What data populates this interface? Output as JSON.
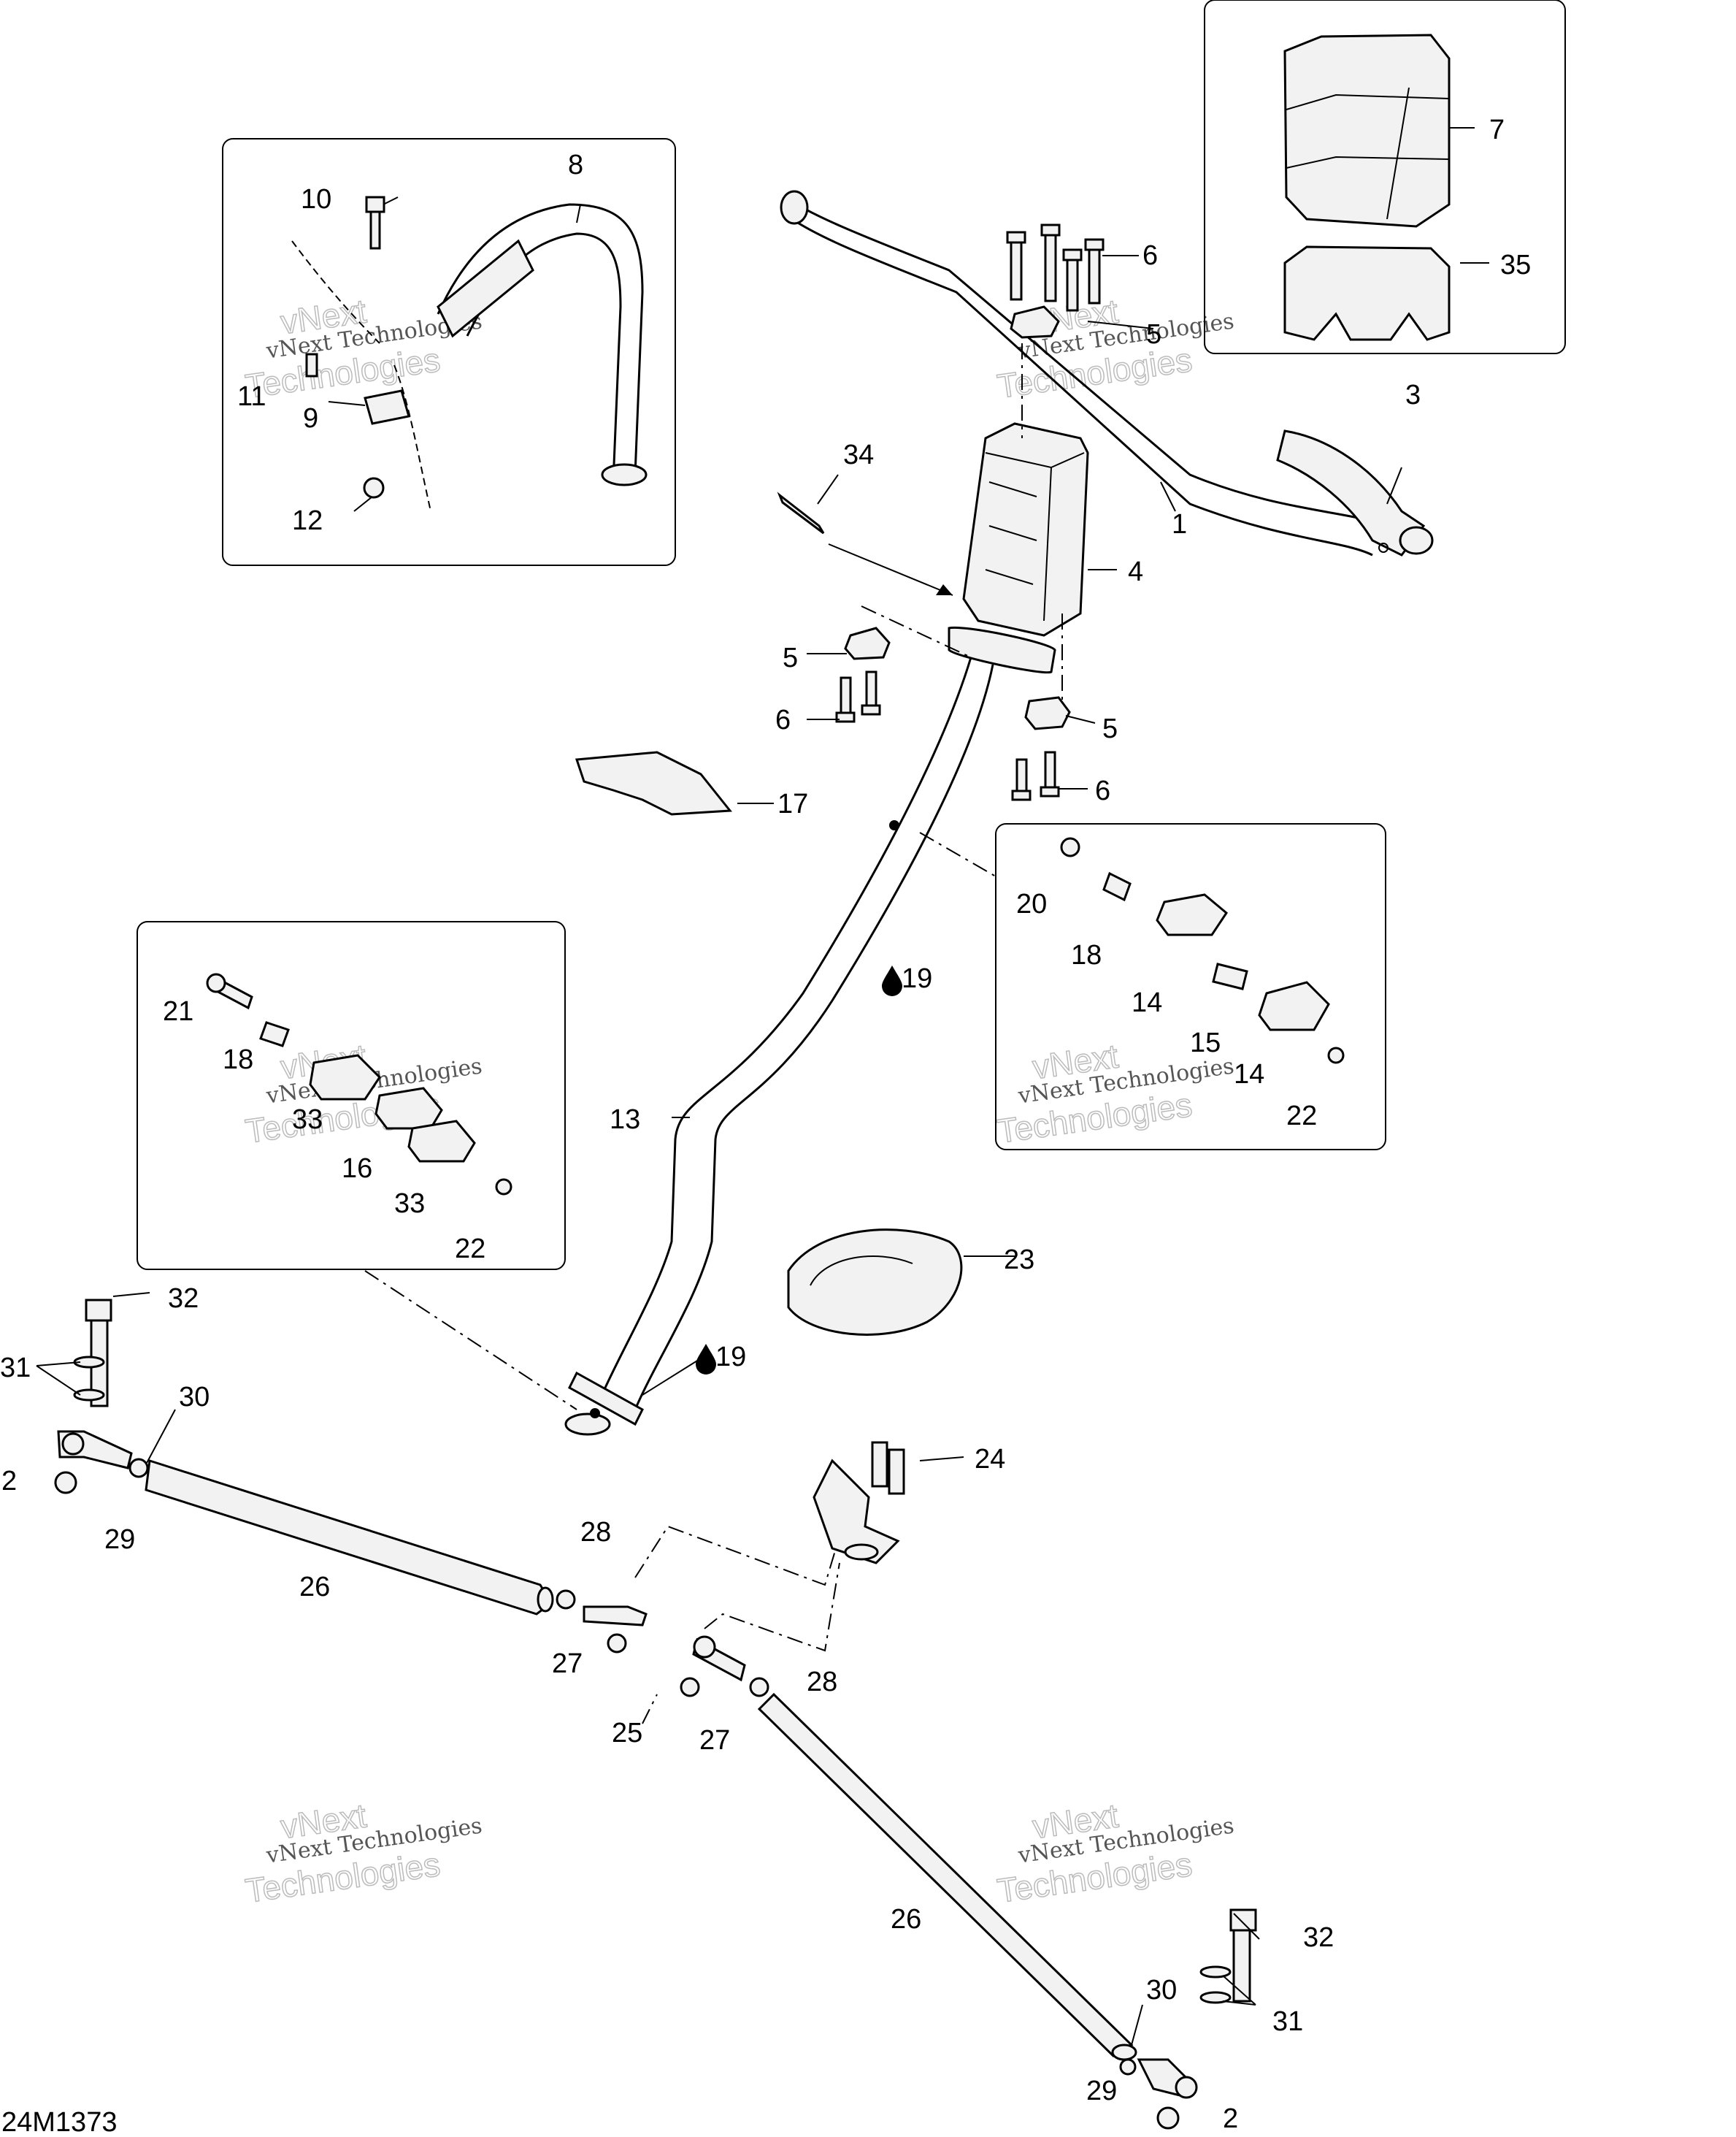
{
  "labels": {
    "p1": "1",
    "p2a": "2",
    "p2b": "2",
    "p3": "3",
    "p4": "4",
    "p5a": "5",
    "p5b": "5",
    "p5c": "5",
    "p6a": "6",
    "p6b": "6",
    "p6c": "6",
    "p7": "7",
    "p8": "8",
    "p9": "9",
    "p10": "10",
    "p11": "11",
    "p12": "12",
    "p13": "13",
    "p14a": "14",
    "p14b": "14",
    "p15": "15",
    "p16": "16",
    "p17": "17",
    "p18a": "18",
    "p18b": "18",
    "p19a": "19",
    "p19b": "19",
    "p20": "20",
    "p21": "21",
    "p22a": "22",
    "p22b": "22",
    "p23": "23",
    "p24": "24",
    "p25": "25",
    "p26a": "26",
    "p26b": "26",
    "p27a": "27",
    "p27b": "27",
    "p28a": "28",
    "p28b": "28",
    "p29a": "29",
    "p29b": "29",
    "p30a": "30",
    "p30b": "30",
    "p31a": "31",
    "p31b": "31",
    "p32a": "32",
    "p32b": "32",
    "p33a": "33",
    "p33b": "33",
    "p34": "34",
    "p35": "35"
  },
  "code": "24M1373",
  "watermark": {
    "line1": "vNext Technologies",
    "line2a": "vNext",
    "line2b": "Technologies"
  }
}
